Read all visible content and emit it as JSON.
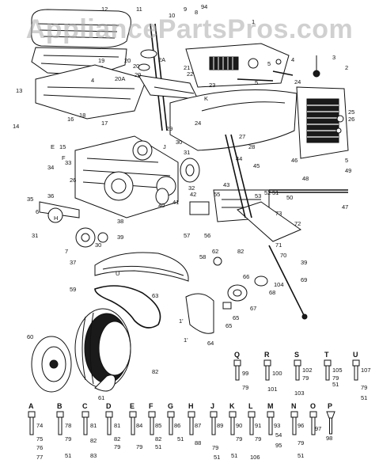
{
  "watermark": "AppliancePartsPros.com",
  "callouts": {
    "seat": "12",
    "pan": "11",
    "n10": "10",
    "n9": "9",
    "n8": "8",
    "n94": "94",
    "hood": "1",
    "n2": "2",
    "n3": "3",
    "n4": "4",
    "n5a": "5",
    "n5b": "5",
    "n5c": "5",
    "n13": "13",
    "n19": "19",
    "n20a": "20",
    "n20b": "20",
    "n20c": "20",
    "n2a": "2A",
    "n20ad": "20A",
    "n21": "21",
    "n22": "22",
    "n23": "23",
    "n24a": "24",
    "n24b": "24",
    "n25": "25",
    "n26": "26",
    "n4b": "4",
    "n18": "18",
    "n16": "16",
    "n17": "17",
    "n14": "14",
    "n15": "15",
    "n34": "34",
    "n33": "33",
    "n29a": "29",
    "n29b": "29",
    "n26b": "26",
    "n29": "29",
    "n30": "30",
    "n31": "31",
    "n27": "27",
    "n28": "28",
    "n44": "44",
    "n45": "45",
    "n46": "46",
    "n48": "48",
    "n49": "49",
    "n47": "47",
    "n50": "50",
    "n51": "51",
    "n52": "52",
    "n53": "53",
    "n40": "40",
    "n41": "41",
    "n42": "42",
    "n35": "35",
    "n36": "36",
    "n57": "57",
    "n56": "56",
    "n55": "55",
    "n72": "72",
    "n73": "73",
    "n71": "71",
    "n70": "70",
    "n39a": "39",
    "n39b": "39",
    "n38": "38",
    "n37": "37",
    "n30b": "30",
    "n31b": "31",
    "n6": "6",
    "n7": "7",
    "n59": "59",
    "n58": "58",
    "n63": "63",
    "n62": "62",
    "n82": "82",
    "n69": "69",
    "n104": "104",
    "n68": "68",
    "n67": "67",
    "n65a": "65",
    "n65b": "65",
    "n64": "64",
    "n60": "60",
    "n61": "61",
    "n82b": "82",
    "n1a": "1'",
    "n1b": "1'",
    "n32": "32",
    "n43": "43",
    "n66": "66",
    "nK": "K",
    "nJ": "J",
    "nH": "H",
    "nF": "F",
    "nE": "E",
    "nU": "U"
  },
  "hardware": [
    {
      "letter": "Q",
      "num": "99",
      "subs": [
        "79"
      ]
    },
    {
      "letter": "R",
      "num": "100",
      "subs": [
        "101"
      ]
    },
    {
      "letter": "S",
      "num": "102",
      "subs": [
        "79",
        "103"
      ]
    },
    {
      "letter": "T",
      "num": "105",
      "subs": [
        "79",
        "51"
      ]
    },
    {
      "letter": "U",
      "num": "107",
      "subs": [
        "79",
        "51"
      ]
    },
    {
      "letter": "A",
      "num": "74",
      "subs": [
        "75",
        "76",
        "77"
      ]
    },
    {
      "letter": "B",
      "num": "78",
      "subs": [
        "79",
        "51"
      ]
    },
    {
      "letter": "C",
      "num": "81",
      "subs": [
        "82",
        "83"
      ]
    },
    {
      "letter": "D",
      "num": "81",
      "subs": [
        "82",
        "79"
      ]
    },
    {
      "letter": "E",
      "num": "84",
      "subs": [
        "79"
      ]
    },
    {
      "letter": "F",
      "num": "85",
      "subs": [
        "82",
        "51"
      ]
    },
    {
      "letter": "G",
      "num": "86",
      "subs": [
        "51"
      ]
    },
    {
      "letter": "H",
      "num": "87",
      "subs": [
        "88"
      ]
    },
    {
      "letter": "J",
      "num": "89",
      "subs": [
        "79",
        "51"
      ]
    },
    {
      "letter": "K",
      "num": "90",
      "subs": [
        "79",
        "51"
      ]
    },
    {
      "letter": "L",
      "num": "91",
      "subs": [
        "79",
        "106"
      ]
    },
    {
      "letter": "M",
      "num": "93",
      "subs": [
        "54",
        "95"
      ]
    },
    {
      "letter": "N",
      "num": "96",
      "subs": [
        "79",
        "51"
      ]
    },
    {
      "letter": "O",
      "num": "97",
      "subs": []
    },
    {
      "letter": "P",
      "num": "98",
      "subs": []
    }
  ]
}
